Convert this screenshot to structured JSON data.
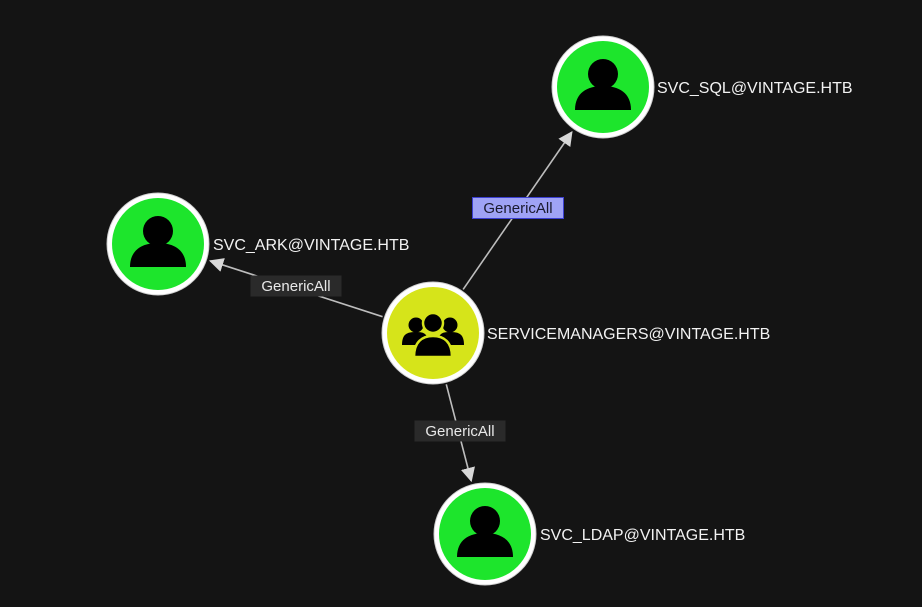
{
  "graph": {
    "nodes": [
      {
        "id": "servicemanagers",
        "label": "SERVICEMANAGERS@VINTAGE.HTB",
        "kind": "group",
        "icon": "users-group-icon",
        "color": "#d6e41a"
      },
      {
        "id": "svc_sql",
        "label": "SVC_SQL@VINTAGE.HTB",
        "kind": "user",
        "icon": "user-icon",
        "color": "#1de52c"
      },
      {
        "id": "svc_ark",
        "label": "SVC_ARK@VINTAGE.HTB",
        "kind": "user",
        "icon": "user-icon",
        "color": "#1de52c"
      },
      {
        "id": "svc_ldap",
        "label": "SVC_LDAP@VINTAGE.HTB",
        "kind": "user",
        "icon": "user-icon",
        "color": "#1de52c"
      }
    ],
    "edges": [
      {
        "from": "servicemanagers",
        "to": "svc_sql",
        "label": "GenericAll",
        "selected": true
      },
      {
        "from": "servicemanagers",
        "to": "svc_ark",
        "label": "GenericAll",
        "selected": false
      },
      {
        "from": "servicemanagers",
        "to": "svc_ldap",
        "label": "GenericAll",
        "selected": false
      }
    ],
    "colors": {
      "background": "#141414",
      "edge": "#bdbdbd",
      "edge_label_bg": "#2a2a2a",
      "edge_label_selected_bg": "#9fa3f5",
      "edge_label_selected_border": "#3b3fd0"
    }
  }
}
